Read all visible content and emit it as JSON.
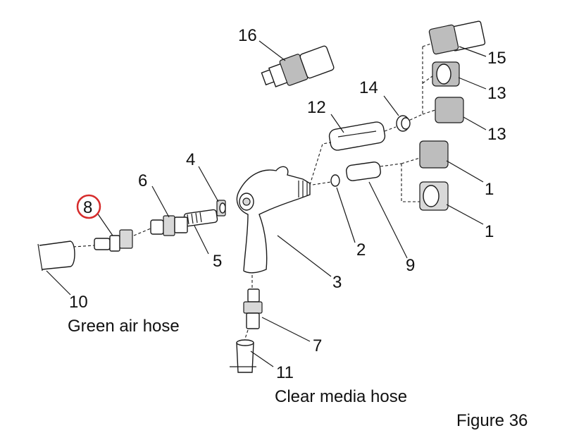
{
  "colors": {
    "line": "#1a1a1a",
    "highlight_circle": "#d62b2b",
    "knurl": "#bdbdbd"
  },
  "callouts": {
    "p1a": "1",
    "p1b": "1",
    "p2": "2",
    "p3": "3",
    "p4": "4",
    "p5": "5",
    "p6": "6",
    "p7": "7",
    "p8": "8",
    "p9": "9",
    "p10": "10",
    "p11": "11",
    "p12": "12",
    "p13a": "13",
    "p13b": "13",
    "p14": "14",
    "p15": "15",
    "p16": "16"
  },
  "highlighted_callout": "8",
  "labels": {
    "green_air_hose": "Green air hose",
    "clear_media_hose": "Clear media hose"
  },
  "figure_caption": "Figure 36"
}
